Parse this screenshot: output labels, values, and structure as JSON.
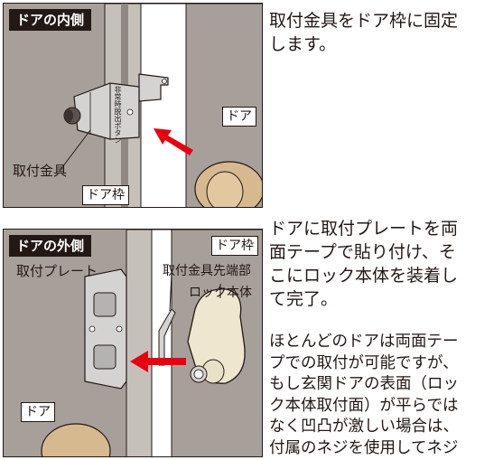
{
  "panel_top": {
    "heading": "ドアの内側",
    "label_bracket": "取付金具",
    "label_door": "ドア",
    "label_frame": "ドア枠",
    "bracket_print": "非常時脱出ボタン"
  },
  "panel_bottom": {
    "heading": "ドアの外側",
    "label_plate": "取付プレート",
    "label_frame": "ドア枠",
    "label_tip": "取付金具先端部",
    "label_body": "ロック本体",
    "label_door": "ドア"
  },
  "text_top": [
    "取付金具をドア枠に固定",
    "します。"
  ],
  "text_middle": [
    "ドアに取付プレートを両",
    "面テープで貼り付け、そ",
    "こにロック本体を装着し",
    "て完了。"
  ],
  "text_bottom": [
    "ほとんどのドアは両面テー",
    "プでの取付が可能ですが、",
    "もし玄関ドアの表面（ロッ",
    "ク本体取付面）が平らでは",
    "なく凹凸が激しい場合は、",
    "付属のネジを使用してネジ"
  ],
  "colors": {
    "wall": "#a7a09a",
    "frame": "#c6c0bb",
    "gap": "#ffffff",
    "bracket": "#d4d3d2",
    "knob": "#d7b98f",
    "lock": "#efe6cf",
    "arrow": "#e60012",
    "ink": "#231815"
  }
}
